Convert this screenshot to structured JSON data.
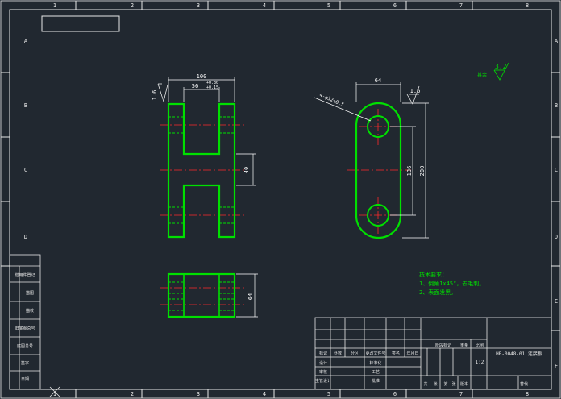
{
  "sheet": {
    "zone_columns": [
      "1",
      "2",
      "3",
      "4",
      "5",
      "6",
      "7",
      "8"
    ],
    "zone_rows": [
      "A",
      "B",
      "C",
      "D",
      "E",
      "F"
    ]
  },
  "dimensions": {
    "front_width": "100",
    "front_slot": "56",
    "front_slot_tol_upper": "+0.30",
    "front_slot_tol_lower": "+0.15",
    "front_roughness": "1.6",
    "front_height_40": "40",
    "side_width_64": "64",
    "side_roughness": "1.6",
    "hole_callout": "4-φ32±0.5",
    "center_distance": "136",
    "overall_length": "200",
    "bottom_height": "64",
    "rest_roughness_value": "3.2",
    "rest_roughness_label": "其余"
  },
  "tech_notes": {
    "title": "技术要求：",
    "line1": "1、倒角1x45°，去毛刺。",
    "line2": "2、表面发黑。"
  },
  "left_strip": {
    "items": [
      "借用件登记",
      "描图",
      "描校",
      "旧底图总号",
      "底图总号",
      "签字",
      "日期"
    ]
  },
  "title_block": {
    "col_headers": [
      "标记",
      "处数",
      "分区",
      "更改文件号",
      "签名",
      "年月日"
    ],
    "design": "设计",
    "check": "审核",
    "process_mgr": "主管设计",
    "standardize": "标准化",
    "craft": "工艺",
    "approve": "批准",
    "stage_mark": "阶段标记",
    "weight": "重量",
    "scale_label": "比例",
    "scale_value": "1:2",
    "total": "共",
    "sheet": "张",
    "page_no": "第",
    "page": "张",
    "version": "版本",
    "replace": "替代",
    "drawing_no": "HB-0048-01 连接板"
  },
  "colors": {
    "background": "#212830",
    "frame": "#e8e8e8",
    "part_outline": "#00e000",
    "centerline": "#ff2a2a",
    "dimension": "#ffffff",
    "annotation": "#00e000"
  }
}
